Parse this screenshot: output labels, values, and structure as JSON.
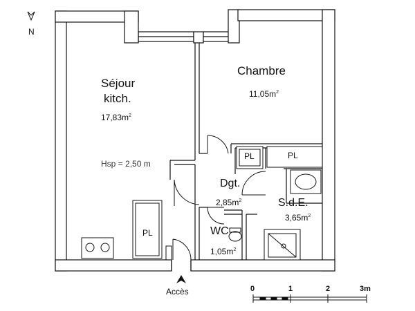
{
  "compass": {
    "label": "N"
  },
  "rooms": {
    "sejour": {
      "name_line1": "Séjour",
      "name_line2": "kitch.",
      "area": "17,83m",
      "unit_sup": "2"
    },
    "chambre": {
      "name": "Chambre",
      "area": "11,05m",
      "unit_sup": "2"
    },
    "dgt": {
      "name": "Dgt.",
      "area": "2,85m",
      "unit_sup": "2"
    },
    "sde": {
      "name": "S.d.E.",
      "area": "3,65m",
      "unit_sup": "2"
    },
    "wc": {
      "name": "WC",
      "area": "1,05m",
      "unit_sup": "2"
    }
  },
  "placards": {
    "pl_sejour": "PL",
    "pl_bath_1": "PL",
    "pl_bath_2": "PL"
  },
  "hsp": "Hsp = 2,50 m",
  "entrance": {
    "label": "Accès"
  },
  "scale": {
    "ticks": [
      "0",
      "1",
      "2",
      "3m"
    ]
  }
}
